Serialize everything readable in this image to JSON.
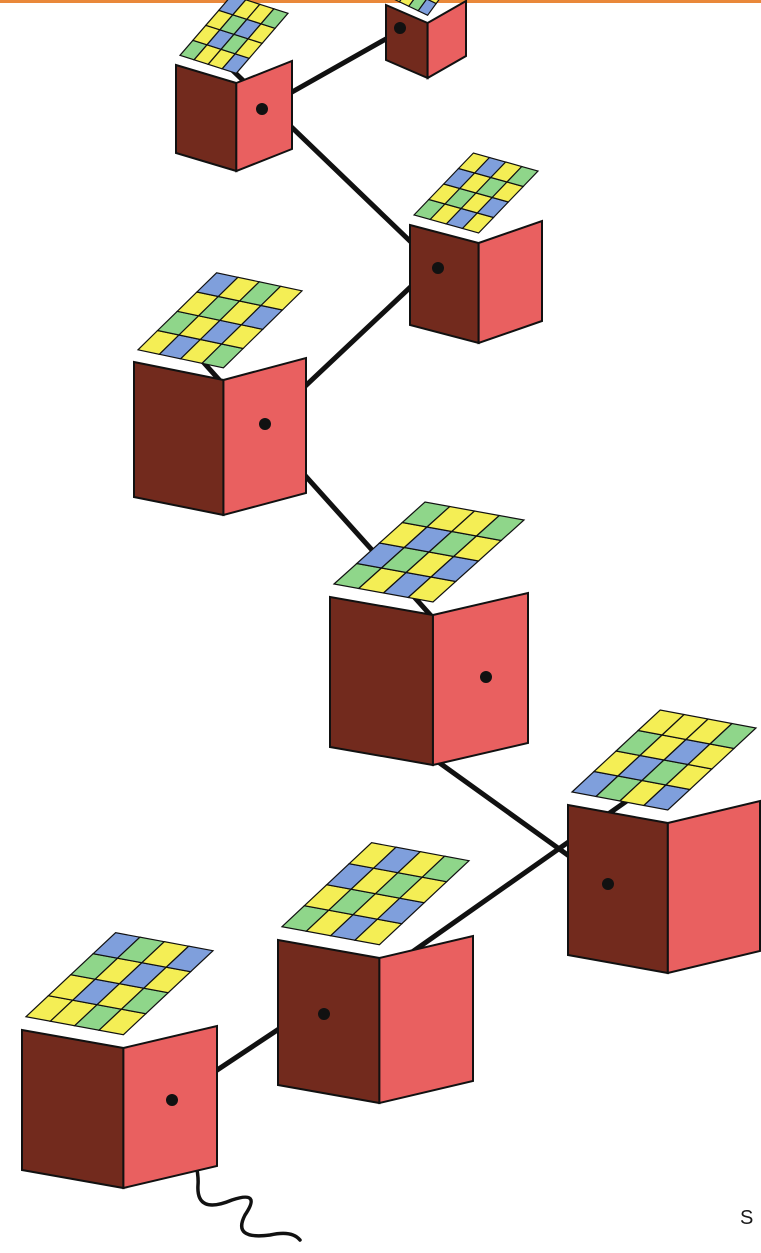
{
  "corner_text": "S",
  "colors": {
    "top_rule": "#e9883a",
    "face_front": "#e96060",
    "face_side": "#722a1d",
    "outline": "#111111",
    "link": "#111111",
    "tile_yellow": "#f4ee55",
    "tile_green": "#8fd68a",
    "tile_blue": "#7f9fdc",
    "tile_blue_dark": "#2f5fd4",
    "tile_green_dark": "#3fb43a"
  },
  "chain": {
    "blocks": [
      {
        "id": "block-1",
        "tiles": [
          "y",
          "y",
          "g",
          "b",
          "y",
          "b",
          "y",
          "g",
          "g",
          "y",
          "b",
          "y",
          "y",
          "g",
          "y",
          "b"
        ]
      },
      {
        "id": "block-2",
        "tiles": [
          "g",
          "y",
          "b",
          "y",
          "y",
          "g",
          "y",
          "b",
          "b",
          "y",
          "g",
          "y",
          "y",
          "b",
          "y",
          "g"
        ]
      },
      {
        "id": "block-3",
        "tiles": [
          "b",
          "y",
          "g",
          "y",
          "g",
          "b",
          "y",
          "y",
          "y",
          "g",
          "b",
          "y",
          "b",
          "y",
          "y",
          "g"
        ]
      },
      {
        "id": "block-4",
        "tiles": [
          "g",
          "b",
          "y",
          "g",
          "y",
          "g",
          "b",
          "y",
          "b",
          "y",
          "g",
          "y",
          "y",
          "b",
          "y",
          "g"
        ]
      },
      {
        "id": "block-5",
        "tiles": [
          "y",
          "g",
          "y",
          "b",
          "b",
          "y",
          "g",
          "y",
          "y",
          "b",
          "y",
          "g",
          "g",
          "y",
          "b",
          "y"
        ]
      },
      {
        "id": "block-6",
        "tiles": [
          "g",
          "y",
          "b",
          "y",
          "y",
          "g",
          "y",
          "b",
          "b",
          "y",
          "g",
          "y",
          "y",
          "b",
          "y",
          "g"
        ]
      },
      {
        "id": "block-7",
        "tiles": [
          "g",
          "y",
          "y",
          "b",
          "y",
          "b",
          "g",
          "y",
          "y",
          "g",
          "b",
          "y",
          "b",
          "y",
          "y",
          "g"
        ]
      },
      {
        "id": "block-8",
        "tiles": [
          "y",
          "b",
          "g",
          "y",
          "y",
          "g",
          "b",
          "y",
          "g",
          "y",
          "y",
          "b",
          "b",
          "y",
          "g",
          "y"
        ]
      }
    ]
  }
}
